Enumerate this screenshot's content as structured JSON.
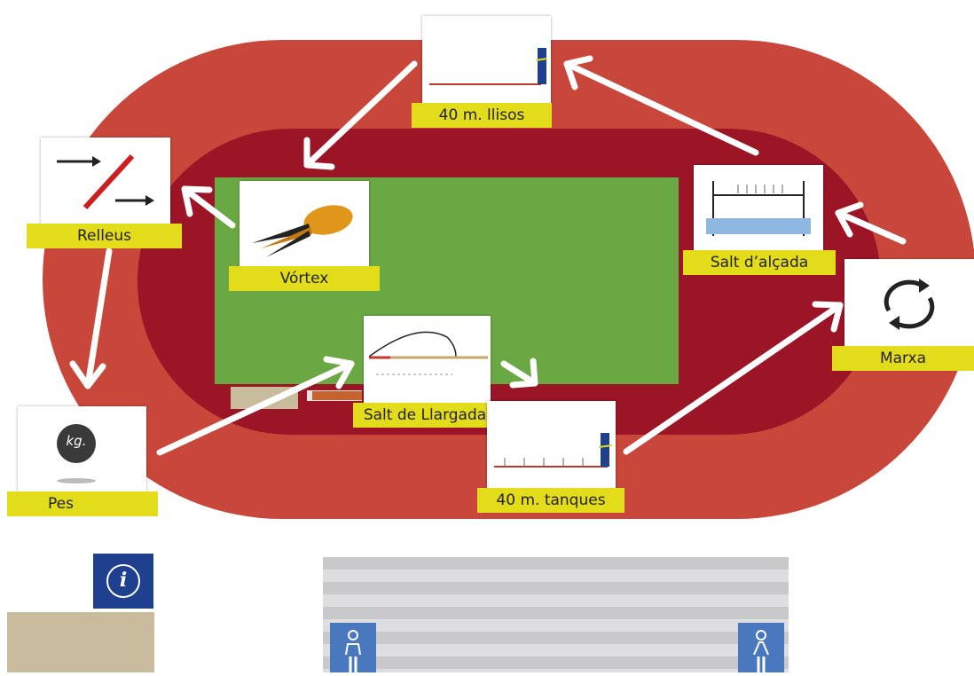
{
  "colors": {
    "outer_track": "#c8473a",
    "inner_track": "#9c1527",
    "field": "#6aa843",
    "label_bg": "#e3dc1a",
    "arrow": "#ffffff",
    "sand": "#c8bc9c",
    "info": "#1f3f8f",
    "person_icon": "#4a78bf",
    "stands": "#c9c9cb"
  },
  "stations": {
    "llisos": {
      "label": "40 m. llisos",
      "icon": "sprint-lane-finish-icon"
    },
    "relleus": {
      "label": "Relleus",
      "icon": "relay-baton-icon"
    },
    "vortex": {
      "label": "Vórtex",
      "icon": "vortex-javelin-icon"
    },
    "salt_alcada": {
      "label": "Salt d’alçada",
      "icon": "high-jump-bar-icon"
    },
    "marxa": {
      "label": "Marxa",
      "icon": "circular-arrows-icon"
    },
    "salt_llargada": {
      "label": "Salt de Llargada",
      "icon": "long-jump-arc-icon"
    },
    "tanques": {
      "label": "40 m. tanques",
      "icon": "hurdles-icon"
    },
    "pes": {
      "label": "Pes",
      "icon": "weight-shot-icon",
      "weight_text": "kg."
    }
  },
  "info": {
    "glyph": "i",
    "icon": "info-icon"
  },
  "restrooms": {
    "icon": "person-icon"
  }
}
